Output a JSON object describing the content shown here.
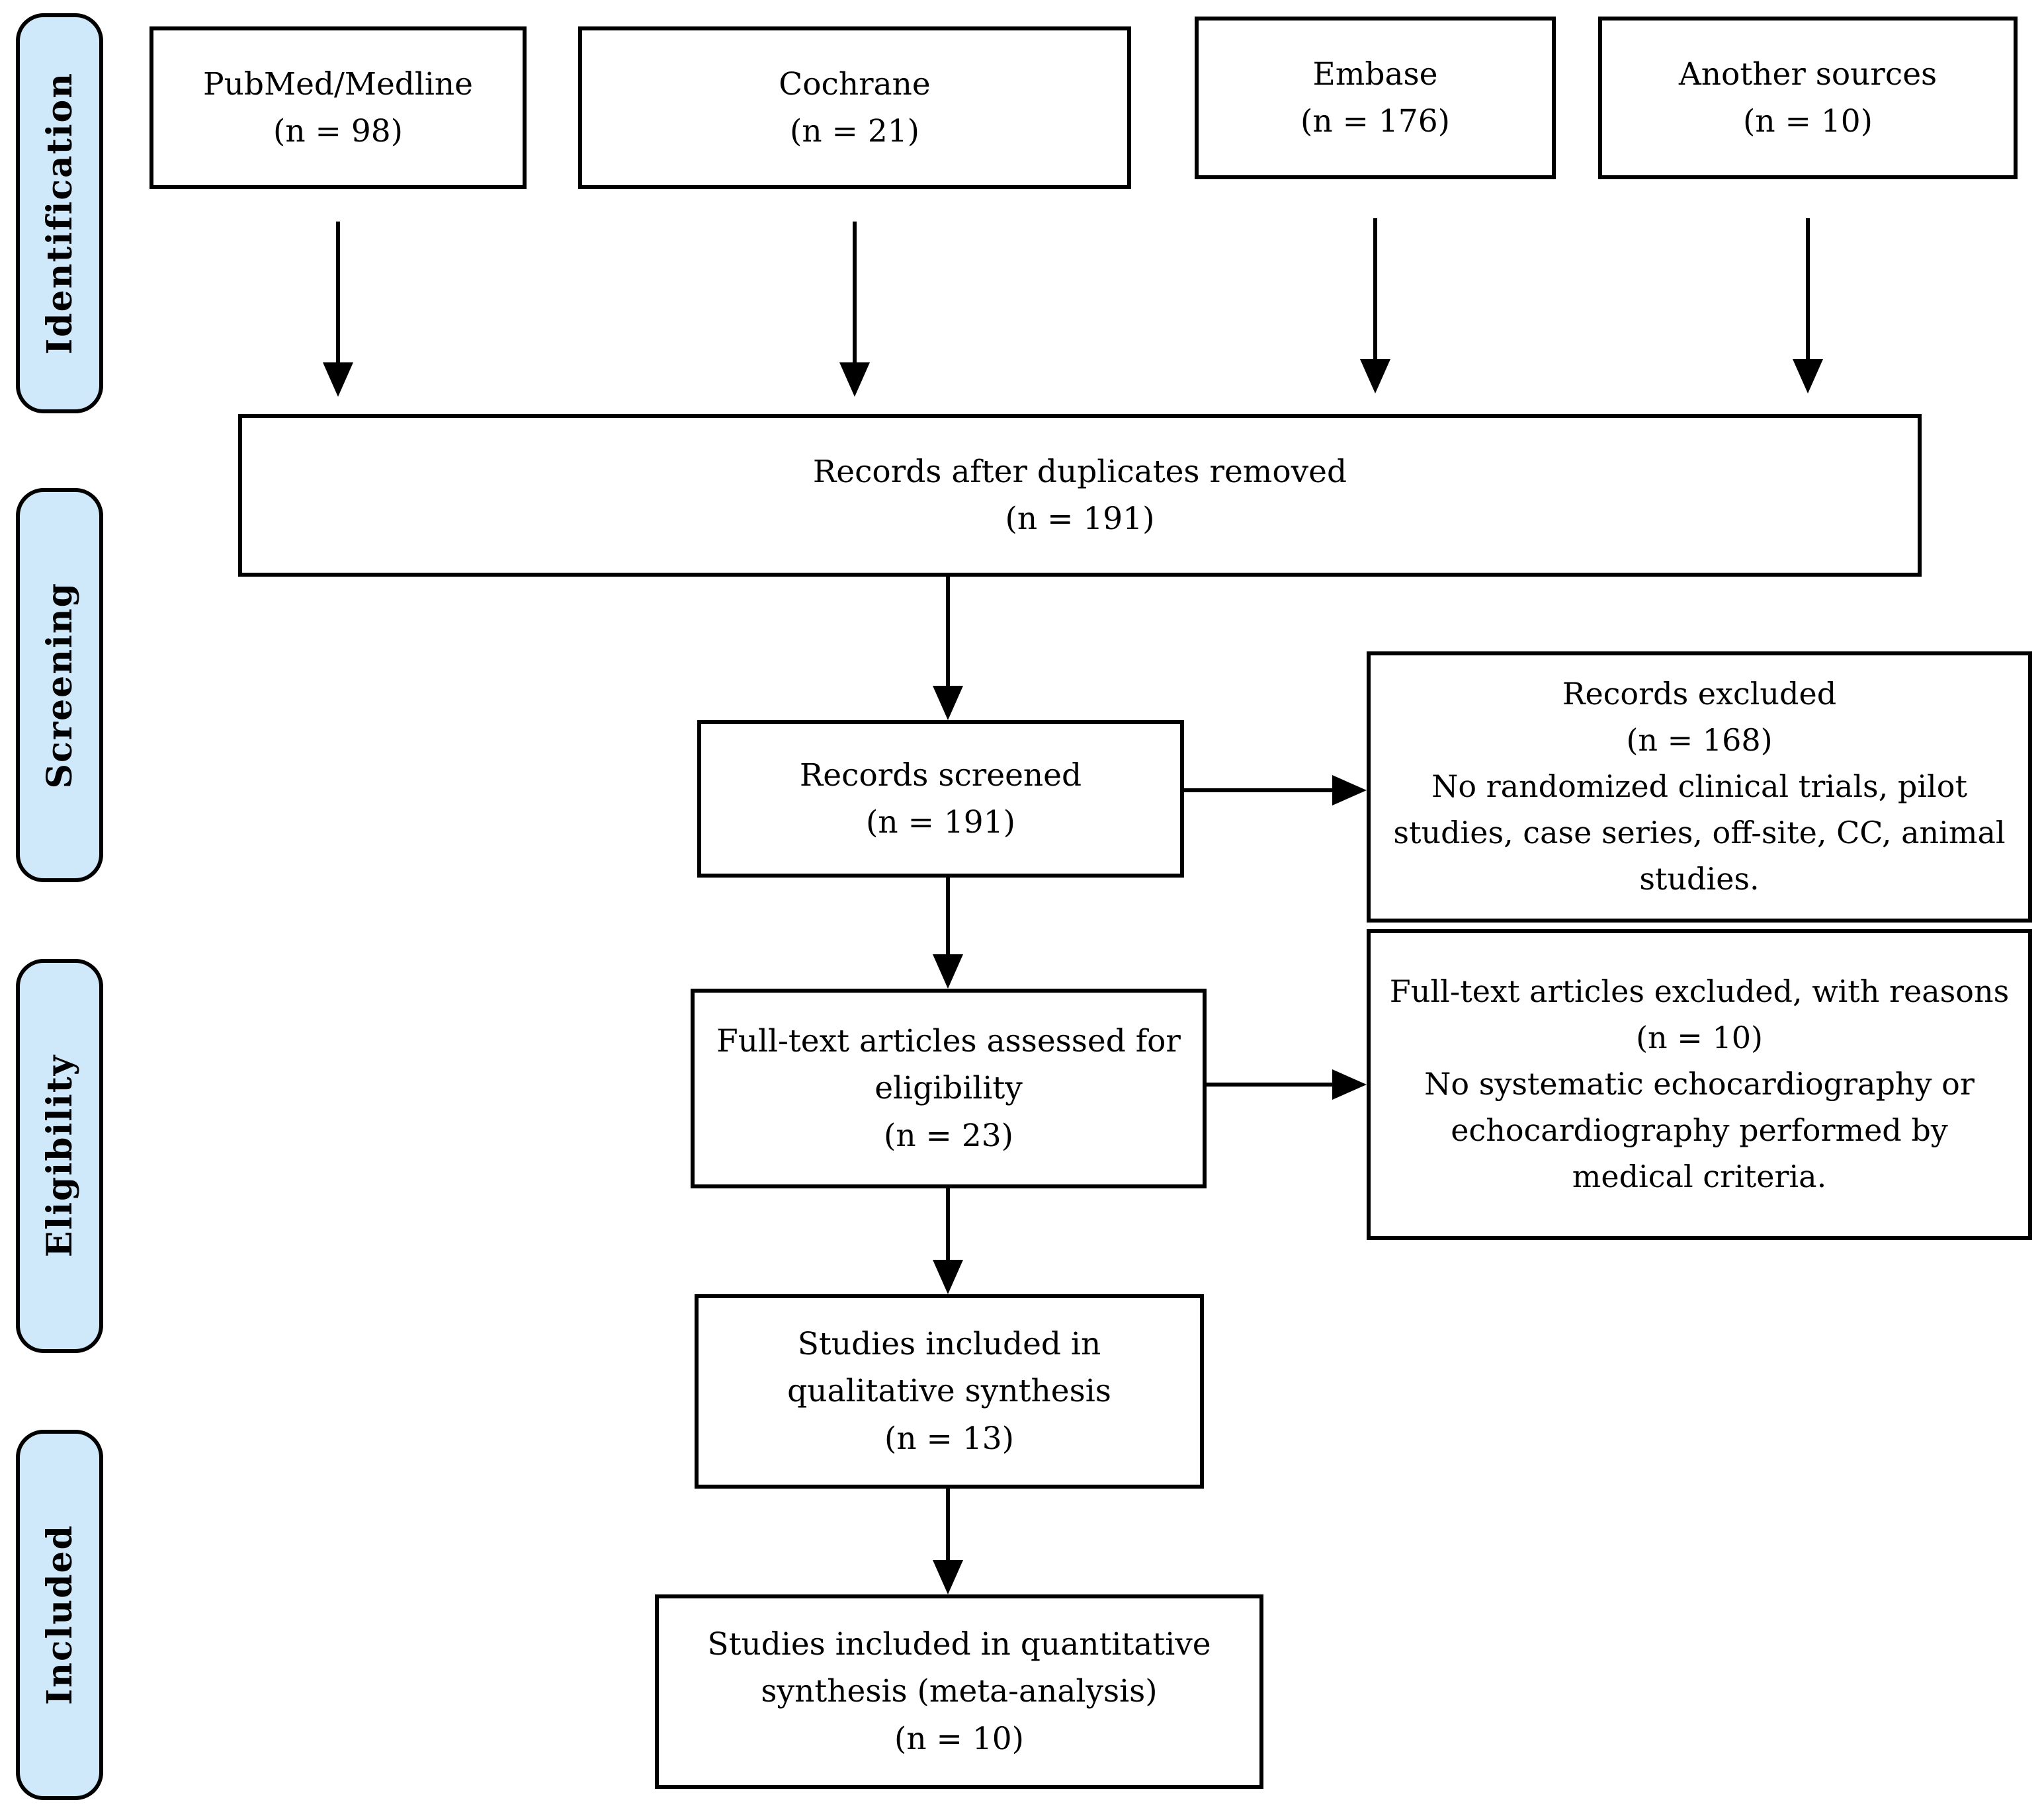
{
  "figure": {
    "type": "prisma-flow-diagram",
    "background_color": "#ffffff",
    "stage_fill_color": "#cfe9fb",
    "line_color": "#000000"
  },
  "stages": [
    {
      "label": "Identification"
    },
    {
      "label": "Screening"
    },
    {
      "label": "Eligibility"
    },
    {
      "label": "Included"
    }
  ],
  "sources": [
    {
      "label": "PubMed/Medline",
      "count": "(n = 98)"
    },
    {
      "label": "Cochrane",
      "count": "(n = 21)"
    },
    {
      "label": "Embase",
      "count": "(n = 176)"
    },
    {
      "label": "Another sources",
      "count": "(n = 10)"
    }
  ],
  "flow": {
    "deduplicated": {
      "label": "Records after duplicates removed",
      "count": "(n = 191)"
    },
    "screened": {
      "label": "Records screened",
      "count": "(n = 191)"
    },
    "fulltext": {
      "label": "Full-text articles assessed for eligibility",
      "count": "(n = 23)"
    },
    "qualitative": {
      "label": "Studies included in qualitative synthesis",
      "count": "(n = 13)"
    },
    "quantitative": {
      "label": "Studies included in quantitative synthesis (meta-analysis)",
      "count": "(n = 10)"
    }
  },
  "exclusions": {
    "records": {
      "label": "Records excluded",
      "count": "(n = 168)",
      "reason": "No randomized clinical trials, pilot studies, case series, off-site, CC, animal studies."
    },
    "fulltext": {
      "label": "Full-text articles excluded, with reasons",
      "count": "(n = 10)",
      "reason": "No systematic echocardiography or echocardiography performed by medical criteria."
    }
  }
}
